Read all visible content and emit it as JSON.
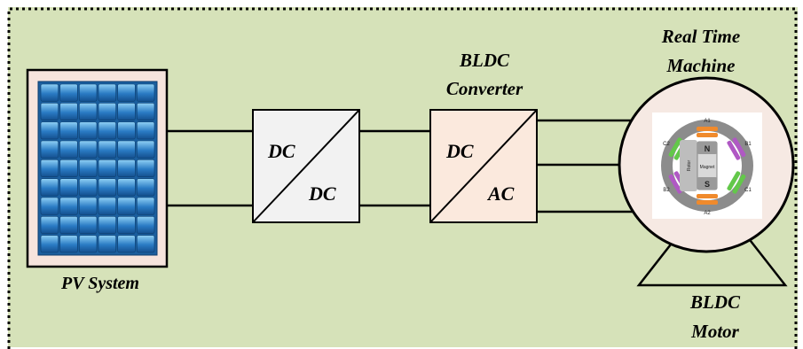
{
  "labels": {
    "pv_system": "PV System",
    "dcdc_top": "DC",
    "dcdc_bottom": "DC",
    "bldc_converter_line1": "BLDC",
    "bldc_converter_line2": "Converter",
    "dcac_top": "DC",
    "dcac_bottom": "AC",
    "rtm_line1": "Real Time",
    "rtm_line2": "Machine",
    "motor_line1": "BLDC",
    "motor_line2": "Motor"
  },
  "motor_inset": {
    "rotor_label": "Rotor",
    "magnet_label": "Magnet",
    "north": "N",
    "south": "S",
    "coils": [
      "A1",
      "B1",
      "C1",
      "A2",
      "B2",
      "C2"
    ]
  },
  "colors": {
    "background": "#d6e2b9",
    "converter_dcdc": "#f2f2f2",
    "converter_dcac": "#fbe9dd",
    "pv_frame": "#f6e4dd",
    "pv_cell": "#2a7bc4",
    "motor_circle": "#f6e9e3",
    "coil_orange": "#f08a2c",
    "coil_purple": "#b058c4",
    "coil_green": "#63c84a"
  }
}
